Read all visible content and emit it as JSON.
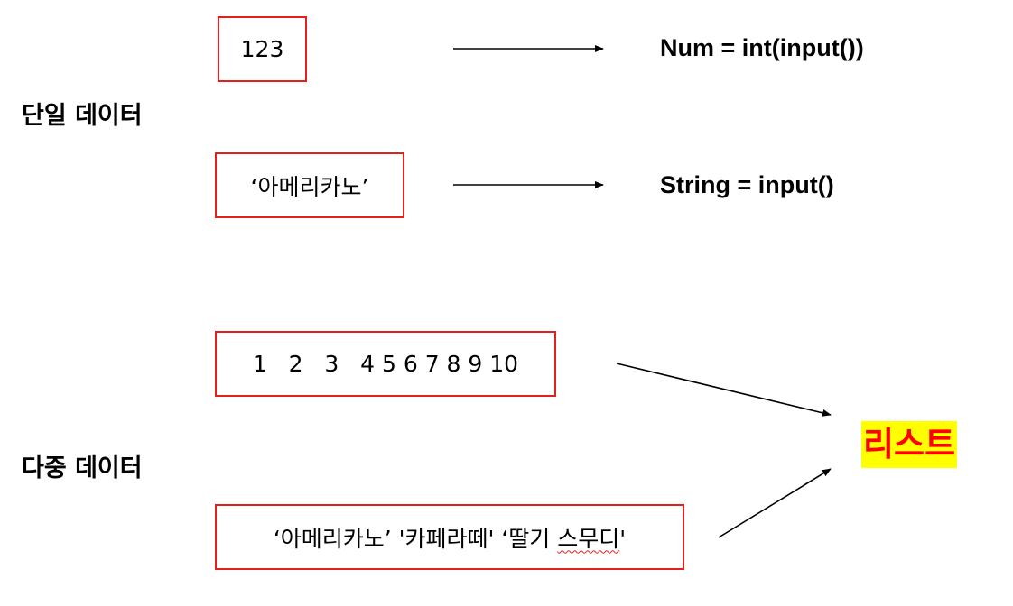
{
  "single": {
    "label": "단일 데이터",
    "number_box": "123",
    "string_box": "‘아메리카노’",
    "number_code": "Num  =  int(input())",
    "string_code": "String  =  input()"
  },
  "multi": {
    "label": "다중 데이터",
    "numbers_box": "1   2   3   4 5 6 7 8 9 10",
    "strings_box_prefix": "‘아메리카노’ '카페라떼' ‘딸기 ",
    "strings_box_underlined": "스무디",
    "strings_box_suffix": "'",
    "result": "리스트"
  },
  "colors": {
    "box_border": "#e3201b",
    "result_text": "#ff0000",
    "result_highlight": "#ffff00"
  }
}
